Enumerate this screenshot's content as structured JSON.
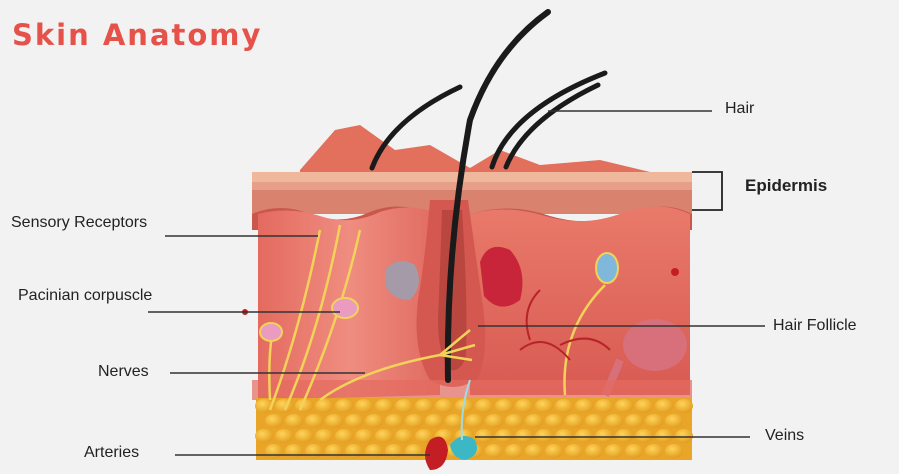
{
  "title": "Skin Anatomy",
  "labels": {
    "hair": "Hair",
    "epidermis": "Epidermis",
    "sensory_receptors": "Sensory Receptors",
    "pacinian_corpuscle": "Pacinian corpuscle",
    "hair_follicle": "Hair Follicle",
    "nerves": "Nerves",
    "veins": "Veins",
    "arteries": "Arteries"
  },
  "colors": {
    "title": "#e6524a",
    "background": "#f2f2f2",
    "dermis": "#e8685e",
    "epidermis": "#d9826e",
    "fat": "#f2b02a",
    "hair": "#1a1a1a",
    "nerve": "#f3d25a",
    "artery": "#c41e25",
    "vein": "#3bb8c4",
    "leader_line": "#333333"
  }
}
